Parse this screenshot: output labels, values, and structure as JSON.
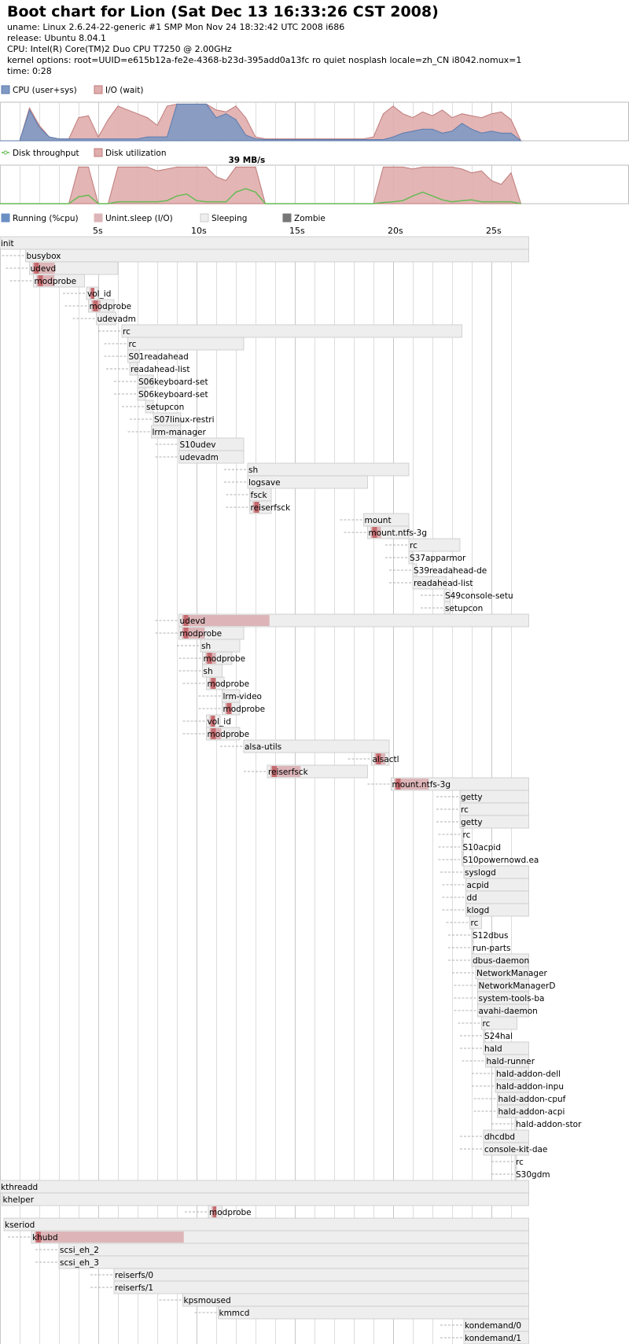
{
  "header": {
    "title": "Boot chart for Lion (Sat Dec 13 16:33:26 CST 2008)",
    "uname": "uname: Linux 2.6.24-22-generic #1 SMP Mon Nov 24 18:32:42 UTC 2008 i686",
    "release": "release: Ubuntu 8.04.1",
    "cpu": "CPU: Intel(R) Core(TM)2 Duo CPU T7250 @ 2.00GHz",
    "kernel": "kernel options: root=UUID=e615b12a-fe2e-4368-b23d-395add0a13fc ro quiet nosplash locale=zh_CN i8042.nomux=1",
    "time": "time: 0:28"
  },
  "colors": {
    "cpu": "#7f99c2",
    "cpu_stroke": "#5c7bae",
    "io": "#e0adad",
    "io_stroke": "#c07a7a",
    "throughput": "#66bb55",
    "running": "#6a8fc3",
    "sleep_io": "#ddb5b8",
    "io_dark": "#c56a6e",
    "sleeping": "#eeeeee",
    "zombie": "#777777",
    "grid": "#dddddd",
    "frame": "#bbbbbb"
  },
  "chart_data": [
    {
      "type": "area",
      "legend": [
        "CPU (user+sys)",
        "I/O (wait)"
      ],
      "x": [
        0,
        0.5,
        1,
        1.5,
        2,
        2.5,
        3,
        3.5,
        4,
        4.5,
        5,
        5.5,
        6,
        6.5,
        7,
        7.5,
        8,
        8.5,
        9,
        9.5,
        10,
        10.5,
        11,
        11.5,
        12,
        12.5,
        13,
        13.5,
        14,
        14.5,
        15,
        15.5,
        16,
        16.5,
        17,
        17.5,
        18,
        18.5,
        19,
        19.5,
        20,
        20.5,
        21,
        21.5,
        22,
        22.5,
        23,
        23.5,
        24,
        24.5,
        25,
        25.5,
        26,
        26.5
      ],
      "series": [
        {
          "name": "CPU (user+sys)",
          "values": [
            0,
            0,
            0,
            80,
            35,
            10,
            5,
            5,
            5,
            5,
            5,
            5,
            5,
            5,
            5,
            10,
            10,
            10,
            95,
            95,
            95,
            95,
            60,
            70,
            55,
            15,
            5,
            3,
            3,
            3,
            3,
            3,
            3,
            3,
            3,
            3,
            3,
            3,
            3,
            3,
            10,
            20,
            25,
            30,
            30,
            20,
            25,
            45,
            30,
            20,
            25,
            20,
            20,
            0
          ]
        },
        {
          "name": "I/O (wait)",
          "values": [
            0,
            0,
            0,
            85,
            40,
            10,
            5,
            5,
            60,
            65,
            10,
            55,
            90,
            80,
            70,
            60,
            40,
            90,
            95,
            95,
            95,
            95,
            80,
            75,
            90,
            60,
            10,
            5,
            5,
            5,
            5,
            5,
            5,
            5,
            5,
            5,
            5,
            5,
            10,
            70,
            90,
            70,
            60,
            75,
            65,
            80,
            60,
            70,
            65,
            60,
            70,
            75,
            55,
            0
          ]
        }
      ],
      "ylim": [
        0,
        100
      ]
    },
    {
      "type": "area",
      "legend": [
        "Disk throughput",
        "Disk utilization"
      ],
      "annotation": "39 MB/s",
      "x": [
        0,
        0.5,
        1,
        1.5,
        2,
        2.5,
        3,
        3.5,
        4,
        4.5,
        5,
        5.5,
        6,
        6.5,
        7,
        7.5,
        8,
        8.5,
        9,
        9.5,
        10,
        10.5,
        11,
        11.5,
        12,
        12.5,
        13,
        13.5,
        14,
        14.5,
        15,
        15.5,
        16,
        16.5,
        17,
        17.5,
        18,
        18.5,
        19,
        19.5,
        20,
        20.5,
        21,
        21.5,
        22,
        22.5,
        23,
        23.5,
        24,
        24.5,
        25,
        25.5,
        26,
        26.5
      ],
      "series": [
        {
          "name": "Disk utilization",
          "values": [
            0,
            0,
            0,
            0,
            0,
            0,
            0,
            0,
            95,
            95,
            0,
            0,
            95,
            95,
            95,
            95,
            85,
            90,
            95,
            95,
            95,
            95,
            70,
            60,
            95,
            95,
            95,
            0,
            0,
            0,
            0,
            0,
            0,
            0,
            0,
            0,
            0,
            0,
            0,
            95,
            95,
            95,
            90,
            95,
            95,
            95,
            95,
            90,
            80,
            85,
            60,
            50,
            80,
            0
          ]
        },
        {
          "name": "Disk throughput",
          "values": [
            0,
            0,
            0,
            0,
            0,
            0,
            0,
            0,
            18,
            22,
            0,
            0,
            5,
            5,
            5,
            5,
            5,
            8,
            20,
            25,
            8,
            5,
            5,
            5,
            30,
            39,
            30,
            0,
            0,
            0,
            0,
            0,
            0,
            0,
            0,
            0,
            0,
            0,
            0,
            3,
            5,
            8,
            20,
            30,
            20,
            10,
            5,
            8,
            10,
            5,
            5,
            5,
            5,
            0
          ]
        }
      ],
      "ylim": [
        0,
        100
      ]
    },
    {
      "type": "gantt",
      "legend": [
        "Running (%cpu)",
        "Unint.sleep (I/O)",
        "Sleeping",
        "Zombie"
      ],
      "tick_labels": [
        "5s",
        "10s",
        "15s",
        "20s",
        "25s"
      ],
      "tick_values": [
        5,
        10,
        15,
        20,
        25
      ],
      "xlim": [
        0,
        26.9
      ],
      "processes": [
        {
          "name": "init",
          "start": 0,
          "end": 26.9
        },
        {
          "name": "busybox",
          "start": 1.3,
          "end": 26.9
        },
        {
          "name": "udevd",
          "start": 1.5,
          "end": 6.0
        },
        {
          "name": "modprobe",
          "start": 1.7,
          "end": 4.3
        },
        {
          "name": "vol_id",
          "start": 4.4,
          "end": 5.0
        },
        {
          "name": "modprobe",
          "start": 4.5,
          "end": 5.8
        },
        {
          "name": "udevadm",
          "start": 4.9,
          "end": 5.9
        },
        {
          "name": "rc",
          "start": 6.2,
          "end": 23.5
        },
        {
          "name": "rc",
          "start": 6.5,
          "end": 12.4
        },
        {
          "name": "S01readahead",
          "start": 6.5,
          "end": 7.1
        },
        {
          "name": "readahead-list",
          "start": 6.6,
          "end": 7.0
        },
        {
          "name": "S06keyboard-set",
          "start": 7.0,
          "end": 7.8
        },
        {
          "name": "S06keyboard-set",
          "start": 7.0,
          "end": 7.4
        },
        {
          "name": "setupcon",
          "start": 7.4,
          "end": 7.8
        },
        {
          "name": "S07linux-restri",
          "start": 7.8,
          "end": 9.2
        },
        {
          "name": "lrm-manager",
          "start": 7.7,
          "end": 9.2
        },
        {
          "name": "S10udev",
          "start": 9.1,
          "end": 12.4
        },
        {
          "name": "udevadm",
          "start": 9.1,
          "end": 12.4
        },
        {
          "name": "sh",
          "start": 12.6,
          "end": 20.8
        },
        {
          "name": "logsave",
          "start": 12.6,
          "end": 18.7
        },
        {
          "name": "fsck",
          "start": 12.7,
          "end": 13.8
        },
        {
          "name": "reiserfsck",
          "start": 12.7,
          "end": 13.8
        },
        {
          "name": "mount",
          "start": 18.5,
          "end": 20.8
        },
        {
          "name": "mount.ntfs-3g",
          "start": 18.7,
          "end": 20.8
        },
        {
          "name": "rc",
          "start": 20.8,
          "end": 23.4
        },
        {
          "name": "S37apparmor",
          "start": 20.8,
          "end": 21.0
        },
        {
          "name": "S39readahead-de",
          "start": 21.0,
          "end": 21.2
        },
        {
          "name": "readahead-list",
          "start": 21.0,
          "end": 22.7
        },
        {
          "name": "S49console-setu",
          "start": 22.6,
          "end": 22.9
        },
        {
          "name": "setupcon",
          "start": 22.6,
          "end": 22.9
        },
        {
          "name": "udevd",
          "start": 9.1,
          "end": 26.9
        },
        {
          "name": "modprobe",
          "start": 9.1,
          "end": 12.4
        },
        {
          "name": "sh",
          "start": 10.2,
          "end": 12.2
        },
        {
          "name": "modprobe",
          "start": 10.3,
          "end": 11.8
        },
        {
          "name": "sh",
          "start": 10.3,
          "end": 11.3
        },
        {
          "name": "modprobe",
          "start": 10.5,
          "end": 11.4
        },
        {
          "name": "lrm-video",
          "start": 11.3,
          "end": 12.2
        },
        {
          "name": "modprobe",
          "start": 11.3,
          "end": 12.2
        },
        {
          "name": "vol_id",
          "start": 10.5,
          "end": 11.2
        },
        {
          "name": "modprobe",
          "start": 10.5,
          "end": 12.2
        },
        {
          "name": "alsa-utils",
          "start": 12.4,
          "end": 19.8
        },
        {
          "name": "alsactl",
          "start": 18.9,
          "end": 19.8
        },
        {
          "name": "reiserfsck",
          "start": 13.6,
          "end": 18.7
        },
        {
          "name": "mount.ntfs-3g",
          "start": 19.9,
          "end": 26.9
        },
        {
          "name": "getty",
          "start": 23.4,
          "end": 26.9
        },
        {
          "name": "rc",
          "start": 23.4,
          "end": 26.9
        },
        {
          "name": "getty",
          "start": 23.4,
          "end": 26.9
        },
        {
          "name": "rc",
          "start": 23.5,
          "end": 23.5
        },
        {
          "name": "S10acpid",
          "start": 23.5,
          "end": 23.5
        },
        {
          "name": "S10powernowd.ea",
          "start": 23.5,
          "end": 23.5
        },
        {
          "name": "syslogd",
          "start": 23.6,
          "end": 26.9
        },
        {
          "name": "acpid",
          "start": 23.7,
          "end": 26.9
        },
        {
          "name": "dd",
          "start": 23.7,
          "end": 26.9
        },
        {
          "name": "klogd",
          "start": 23.7,
          "end": 26.9
        },
        {
          "name": "rc",
          "start": 23.9,
          "end": 24.5
        },
        {
          "name": "S12dbus",
          "start": 24.0,
          "end": 24.0
        },
        {
          "name": "run-parts",
          "start": 24.0,
          "end": 24.0
        },
        {
          "name": "dbus-daemon",
          "start": 24.0,
          "end": 26.9
        },
        {
          "name": "NetworkManager",
          "start": 24.2,
          "end": 26.9
        },
        {
          "name": "NetworkManagerD",
          "start": 24.3,
          "end": 26.9
        },
        {
          "name": "system-tools-ba",
          "start": 24.3,
          "end": 26.9
        },
        {
          "name": "avahi-daemon",
          "start": 24.3,
          "end": 26.9
        },
        {
          "name": "rc",
          "start": 24.5,
          "end": 26.3
        },
        {
          "name": "S24hal",
          "start": 24.6,
          "end": 24.6
        },
        {
          "name": "hald",
          "start": 24.6,
          "end": 26.9
        },
        {
          "name": "hald-runner",
          "start": 24.7,
          "end": 26.9
        },
        {
          "name": "hald-addon-dell",
          "start": 25.2,
          "end": 26.9
        },
        {
          "name": "hald-addon-inpu",
          "start": 25.2,
          "end": 26.9
        },
        {
          "name": "hald-addon-cpuf",
          "start": 25.3,
          "end": 26.9
        },
        {
          "name": "hald-addon-acpi",
          "start": 25.3,
          "end": 26.9
        },
        {
          "name": "hald-addon-stor",
          "start": 26.2,
          "end": 26.2
        },
        {
          "name": "dhcdbd",
          "start": 24.6,
          "end": 26.9
        },
        {
          "name": "console-kit-dae",
          "start": 24.6,
          "end": 26.9
        },
        {
          "name": "rc",
          "start": 26.2,
          "end": 26.2
        },
        {
          "name": "S30gdm",
          "start": 26.2,
          "end": 26.2
        },
        {
          "name": "kthreadd",
          "start": 0,
          "end": 26.9
        },
        {
          "name": "khelper",
          "start": 0.1,
          "end": 26.9
        },
        {
          "name": "modprobe",
          "start": 10.6,
          "end": 11.3
        },
        {
          "name": "kseriod",
          "start": 0.2,
          "end": 26.9
        },
        {
          "name": "khubd",
          "start": 1.6,
          "end": 26.9
        },
        {
          "name": "scsi_eh_2",
          "start": 3.0,
          "end": 26.9
        },
        {
          "name": "scsi_eh_3",
          "start": 3.0,
          "end": 26.9
        },
        {
          "name": "reiserfs/0",
          "start": 5.8,
          "end": 26.9
        },
        {
          "name": "reiserfs/1",
          "start": 5.8,
          "end": 26.9
        },
        {
          "name": "kpsmoused",
          "start": 9.3,
          "end": 26.9
        },
        {
          "name": "kmmcd",
          "start": 11.1,
          "end": 26.9
        },
        {
          "name": "kondemand/0",
          "start": 23.6,
          "end": 26.9
        },
        {
          "name": "kondemand/1",
          "start": 23.6,
          "end": 26.9
        }
      ]
    }
  ]
}
